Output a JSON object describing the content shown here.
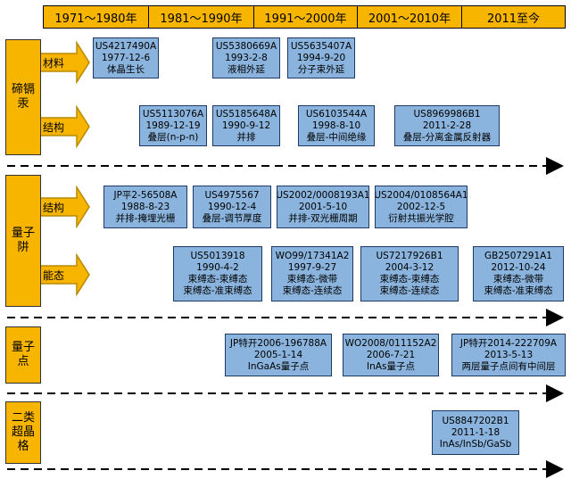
{
  "periods": [
    "1971～1980年",
    "1981～1990年",
    "1991～2000年",
    "2001～2010年",
    "2011至今"
  ],
  "technologies": [
    {
      "lines": [
        "碲镉",
        "汞"
      ]
    },
    {
      "lines": [
        "量子",
        "阱"
      ]
    },
    {
      "lines": [
        "量子",
        "点"
      ]
    },
    {
      "lines": [
        "二类",
        "超晶",
        "格"
      ]
    }
  ],
  "categories": {
    "material": "材料",
    "structure1": "结构",
    "structure2": "结构",
    "energy": "能态"
  },
  "patents": [
    {
      "number": "US4217490A",
      "date": "1977-12-6",
      "desc": "体晶生长"
    },
    {
      "number": "US5380669A",
      "date": "1993-2-8",
      "desc": "液相外延"
    },
    {
      "number": "US5635407A",
      "date": "1994-9-20",
      "desc": "分子束外延"
    },
    {
      "number": "US5113076A",
      "date": "1989-12-19",
      "desc": "叠层(n-p-n)"
    },
    {
      "number": "US5185648A",
      "date": "1990-9-12",
      "desc": "并排"
    },
    {
      "number": "US6103544A",
      "date": "1998-8-10",
      "desc": "叠层-中间绝缘"
    },
    {
      "number": "US8969986B1",
      "date": "2011-2-28",
      "desc": "叠层-分离金属反射器"
    },
    {
      "number": "JP平2-56508A",
      "date": "1988-8-23",
      "desc": "并排-掩埋光栅"
    },
    {
      "number": "US4975567",
      "date": "1990-12-4",
      "desc": "叠层-调节厚度"
    },
    {
      "number": "US2002/0008193A1",
      "date": "2001-5-10",
      "desc": "并排-双光栅周期"
    },
    {
      "number": "US2004/0108564A1",
      "date": "2002-12-5",
      "desc": "衍射共振光学腔"
    },
    {
      "number": "US5013918",
      "date": "1990-4-2",
      "desc": "束缚态-束缚态",
      "desc2": "束缚态-准束缚态"
    },
    {
      "number": "WO99/17341A2",
      "date": "1997-9-27",
      "desc": "束缚态-微带",
      "desc2": "束缚态-连续态"
    },
    {
      "number": "US7217926B1",
      "date": "2004-3-12",
      "desc": "束缚态-束缚态",
      "desc2": "束缚态-连续态"
    },
    {
      "number": "GB2507291A1",
      "date": "2012-10-24",
      "desc": "束缚态-微带",
      "desc2": "束缚态-准束缚态"
    },
    {
      "number": "JP特开2006-196788A",
      "date": "2005-1-14",
      "desc": "InGaAs量子点"
    },
    {
      "number": "WO2008/011152A2",
      "date": "2006-7-21",
      "desc": "InAs量子点"
    },
    {
      "number": "JP特开2014-222709A",
      "date": "2013-5-13",
      "desc": "两层量子点间有中间层"
    },
    {
      "number": "US8847202B1",
      "date": "2011-1-18",
      "desc": "InAs/InSb/GaSb"
    }
  ]
}
